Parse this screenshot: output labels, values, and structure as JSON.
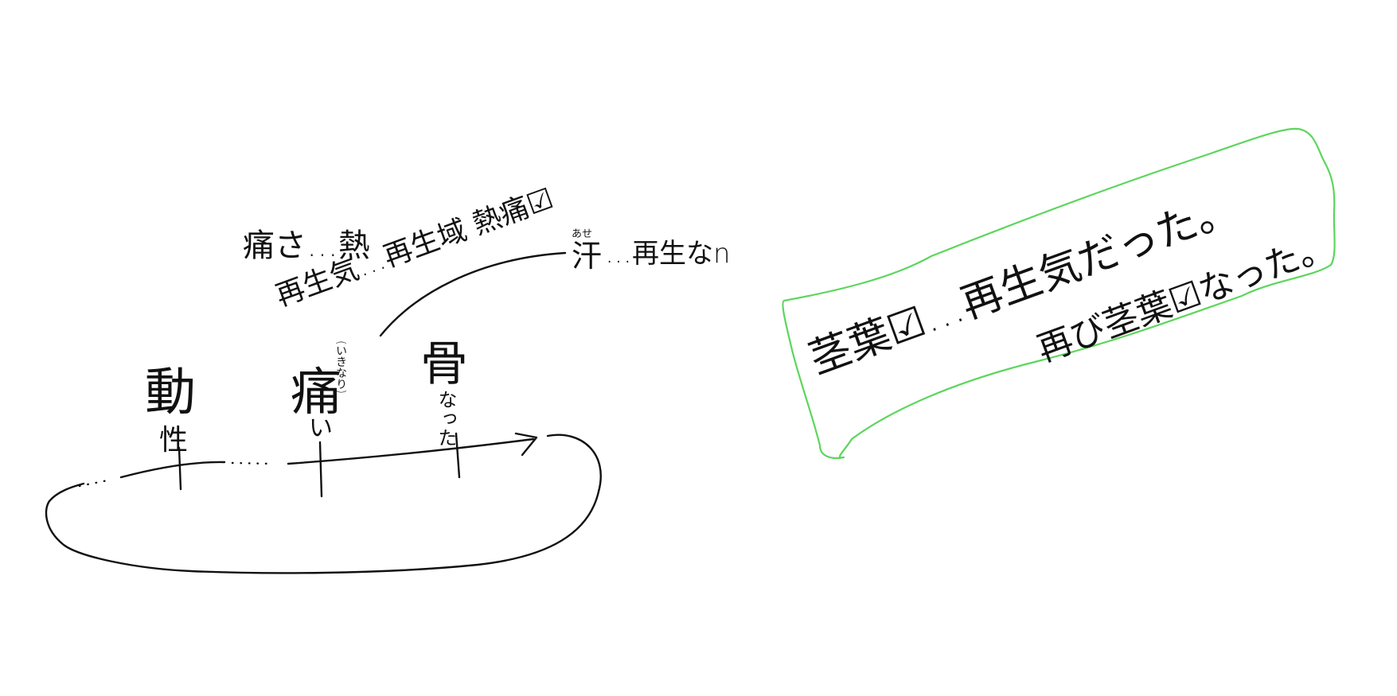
{
  "colors": {
    "ink": "#111111",
    "highlight_box": "#5cd65c",
    "background": "#ffffff"
  },
  "notes": {
    "line1": "痛さ…熱",
    "line2": "再生気…再生域 熱痛☑",
    "sweat_kanji": "汗",
    "sweat_ruby": "あせ",
    "sweat_text": "…再生なn"
  },
  "timeline": {
    "label1_top": "動",
    "label1_bottom": "性",
    "label2_main": "痛",
    "label2_ruby": "(いきなり)",
    "label2_sub": "い",
    "label3_top": "骨",
    "label3_bottom": "なった"
  },
  "box": {
    "line1": "茎葉☑…再生気だった。",
    "line2": "再び茎葉☑なった。"
  }
}
